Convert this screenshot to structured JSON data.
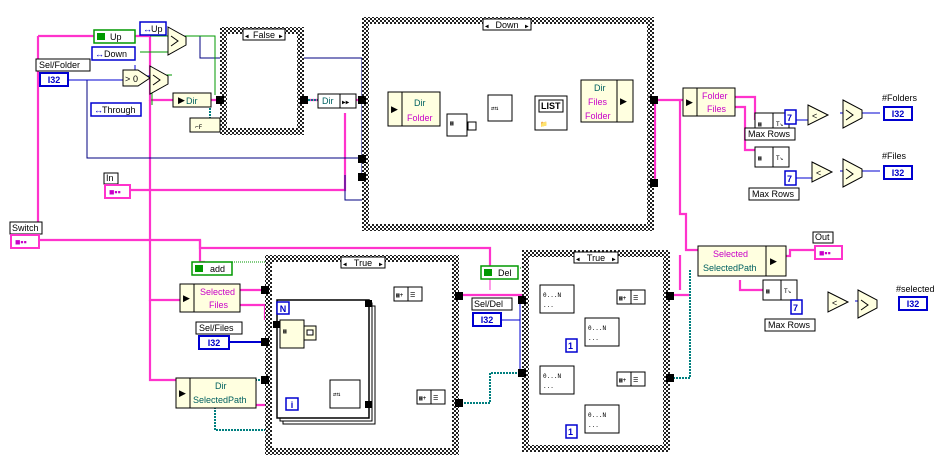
{
  "diagram": {
    "constants": {
      "up": "Up",
      "down": "Down",
      "through": "Through",
      "up2": "Up",
      "dir": "Dir",
      "add": "add",
      "del": "Del",
      "zero": "0",
      "seven_a": "7",
      "seven_b": "7",
      "seven_c": "7",
      "one_a": "1",
      "one_b": "1"
    },
    "terminals": {
      "sel_folder": "Sel/Folder",
      "i32": "I32",
      "in": "In",
      "switch": "Switch",
      "sel_files": "Sel/Files",
      "sel_del": "Sel/Del",
      "out": "Out",
      "folders": "#Folders",
      "files": "#Files",
      "selected": "#selected"
    },
    "structures": {
      "case_false": "False",
      "case_down": "Down",
      "case_true_1": "True",
      "case_true_2": "True"
    },
    "bundles": {
      "dir": "Dir",
      "folder": "Folder",
      "files": "Files",
      "selected": "Selected",
      "selected_path": "SelectedPath",
      "max_rows": "Max Rows",
      "list": "LIST",
      "n": "N",
      "i": "i"
    }
  }
}
